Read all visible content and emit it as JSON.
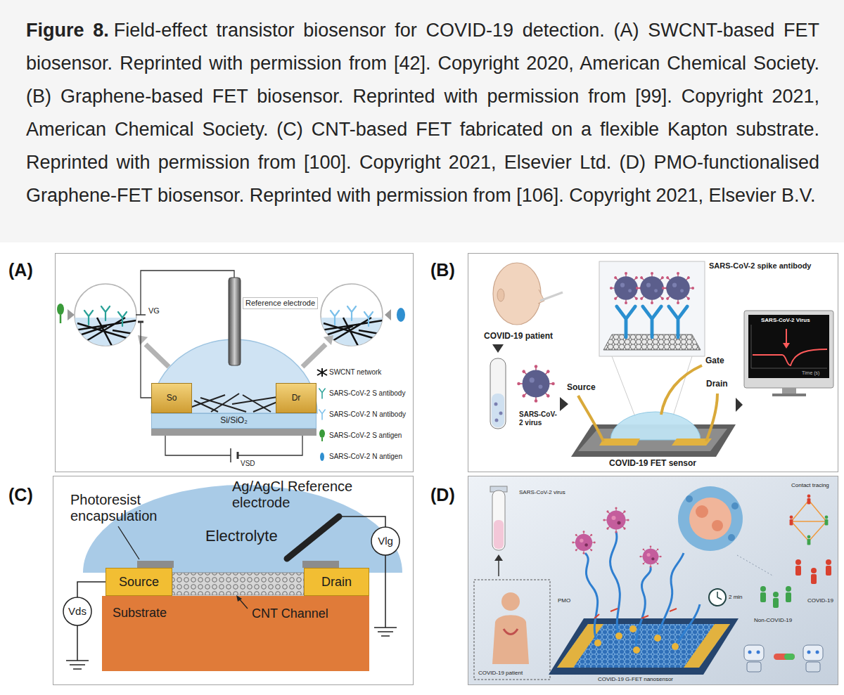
{
  "diagram": {
    "title": "Figure 8.",
    "caption": "Field-effect transistor biosensor for COVID-19 detection. (A) SWCNT-based FET biosensor. Reprinted with permission from [42]. Copyright 2020, American Chemical Society. (B) Graphene-based FET biosensor. Reprinted with permission from [99]. Copyright 2021, American Chemical Society. (C) CNT-based FET fabricated on a flexible Kapton substrate. Reprinted with permission from [100]. Copyright 2021, Elsevier Ltd. (D) PMO-functionalised Graphene-FET biosensor. Reprinted with permission from [106]. Copyright 2021, Elsevier B.V.",
    "nodes": [
      {
        "text": [
          "(A)"
        ]
      },
      {
        "text": [
          "So"
        ],
        "in": 0
      },
      {
        "text": [
          "Dr"
        ],
        "in": 0
      },
      {
        "text": [
          "Si/SiO₂"
        ],
        "in": 0
      },
      {
        "text": [
          "(B)"
        ]
      },
      {
        "text": [
          "(C)"
        ]
      },
      {
        "text": [
          "Source"
        ],
        "in": 5
      },
      {
        "text": [
          "Drain"
        ],
        "in": 5
      },
      {
        "text": [
          "Substrate"
        ],
        "in": 5
      },
      {
        "text": [
          "(D)"
        ]
      }
    ],
    "labels": [
      "VG",
      "Reference electrode",
      "VSD",
      "COVID-19 patient",
      "SARS-CoV-2 virus",
      "SARS-CoV-2 spike antibody",
      "Source",
      "Gate",
      "Drain",
      "COVID-19 FET sensor",
      "SARS-CoV-2 Virus",
      "Time (s)",
      "Ag/AgCl Reference electrode",
      "Photoresist encapsulation",
      "Electrolyte",
      "CNT Channel",
      "Vds",
      "Vlg",
      "SARS-CoV-2 virus",
      "Contact tracing",
      "PMO",
      "2 min",
      "COVID-19",
      "Non-COVID-19",
      "COVID-19 patient",
      "COVID-19 G-FET nanosensor"
    ],
    "legend": [
      {
        "text": "SWCNT network"
      },
      {
        "text": "SARS-CoV-2 S antibody"
      },
      {
        "text": "SARS-CoV-2 N antibody"
      },
      {
        "text": "SARS-CoV-2 S antigen"
      },
      {
        "text": "SARS-CoV-2 N antigen"
      }
    ]
  }
}
